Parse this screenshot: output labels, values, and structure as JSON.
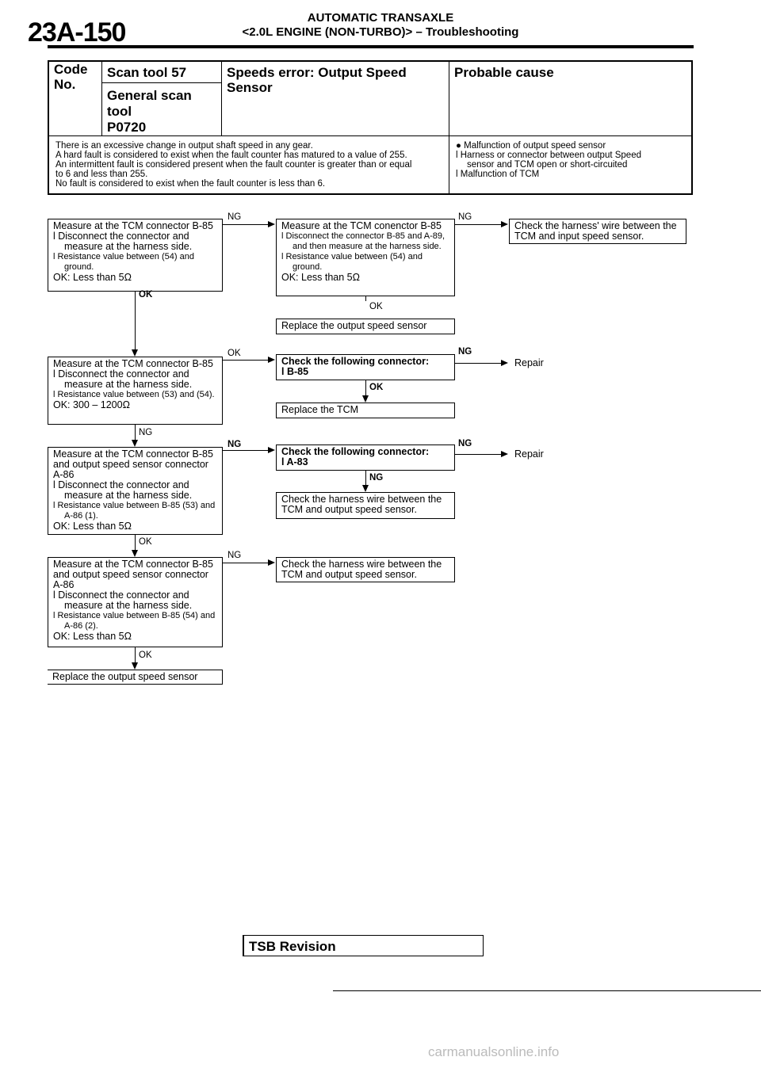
{
  "header": {
    "page_code": "23A-150",
    "title_line1": "AUTOMATIC TRANSAXLE",
    "title_line2": "<2.0L ENGINE (NON-TURBO)> – Troubleshooting"
  },
  "code_table": {
    "code_no_label": "Code No.",
    "scan_tool": "Scan tool 57",
    "general_scan_tool": "General scan tool",
    "general_code": "P0720",
    "title": "Speeds error: Output Speed Sensor",
    "probable_cause_header": "Probable cause",
    "description": [
      "There is an excessive change in output shaft speed in any gear.",
      "A hard fault is considered to exist when the fault counter has matured to a value of 255.",
      "An intermittent fault is considered present when the fault counter is greater than or equal",
      "to 6 and less than 255.",
      "No fault is considered to exist when the fault counter is less than 6."
    ],
    "causes": [
      "● Malfunction of output speed sensor",
      "l Harness or connector between output Speed",
      "sensor and TCM open or short-circuited",
      "l Malfunction of TCM"
    ]
  },
  "flow": {
    "box1": [
      "Measure at the TCM connector B-85",
      "l Disconnect the connector and measure at the harness side.",
      "l Resistance value between (54) and ground.",
      "OK: Less than 5Ω"
    ],
    "box2": [
      "Measure at the TCM conenctor B-85",
      "l Disconnect the connector B-85 and A-89, and then measure at the harness side.",
      "l Resistance value between (54) and ground.",
      "OK: Less than 5Ω"
    ],
    "box3": [
      "Check the harness' wire between the TCM and input speed sensor."
    ],
    "box4": [
      "Replace the output speed sensor"
    ],
    "box5": [
      "Measure at the TCM connector B-85",
      "l Disconnect the connector and measure at the harness side.",
      "l Resistance value between (53) and (54).",
      "OK: 300 – 1200Ω"
    ],
    "box6": [
      "Check the following connector:",
      "l B-85"
    ],
    "box7": [
      "Replace the TCM"
    ],
    "box8": [
      "Measure at the TCM connector B-85 and output speed sensor connector A-86",
      "l Disconnect the connector and measure at the harness side.",
      "l Resistance value between B-85 (53) and A-86 (1).",
      "OK: Less than 5Ω"
    ],
    "box9": [
      "Check the following connector:",
      "l A-83"
    ],
    "box10": [
      "Check the harness wire between the TCM and output speed sensor."
    ],
    "box11": [
      "Measure at the TCM connector B-85 and output speed sensor connector A-86",
      "l Disconnect the connector and measure at the harness side.",
      "l Resistance value between B-85 (54) and A-86 (2).",
      "OK: Less than 5Ω"
    ],
    "box12": [
      "Check the harness wire between the TCM and output speed sensor."
    ],
    "box13": [
      "Replace the output speed sensor"
    ],
    "labels": {
      "ng": "NG",
      "ok": "OK",
      "repair": "Repair"
    }
  },
  "footer": {
    "tsb": "TSB Revision",
    "watermark": "carmanualsonline.info"
  }
}
